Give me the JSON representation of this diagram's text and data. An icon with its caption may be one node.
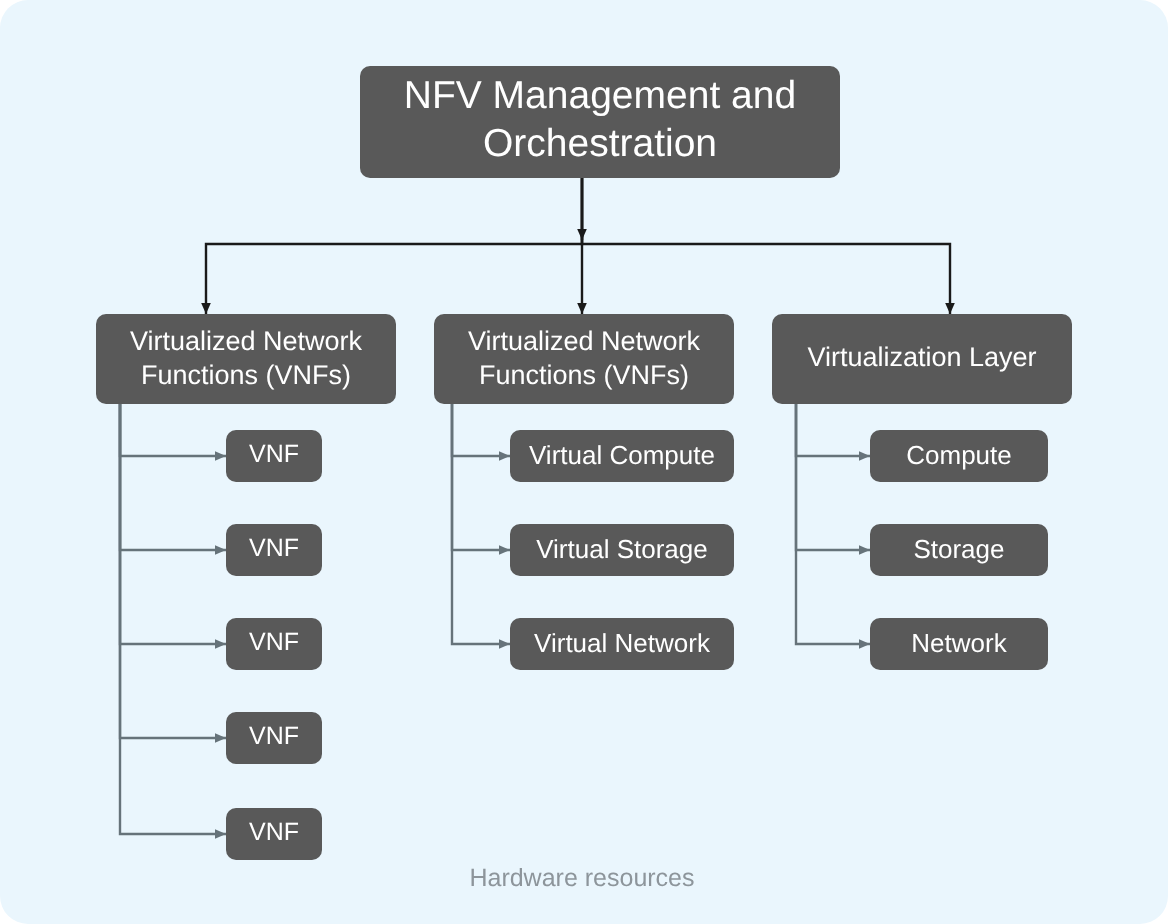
{
  "diagram": {
    "nodes": [
      {
        "text": [
          "NFV Management and Orchestration"
        ]
      },
      {
        "text": [
          "Virtualized Network Functions (VNFs)"
        ]
      },
      {
        "text": [
          "Virtualized Network Functions (VNFs)"
        ]
      },
      {
        "text": [
          "Virtualization Layer"
        ]
      },
      {
        "text": [
          "VNF"
        ]
      },
      {
        "text": [
          "VNF"
        ]
      },
      {
        "text": [
          "VNF"
        ]
      },
      {
        "text": [
          "VNF"
        ]
      },
      {
        "text": [
          "VNF"
        ]
      },
      {
        "text": [
          "Virtual Compute"
        ]
      },
      {
        "text": [
          "Virtual Storage"
        ]
      },
      {
        "text": [
          "Virtual Network"
        ]
      },
      {
        "text": [
          "Compute"
        ]
      },
      {
        "text": [
          "Storage"
        ]
      },
      {
        "text": [
          "Network"
        ]
      }
    ],
    "edges": [
      {
        "from": 0,
        "to": 1,
        "arrow": "to",
        "color": "#1a1a1a"
      },
      {
        "from": 0,
        "to": 2,
        "arrow": "to",
        "color": "#1a1a1a"
      },
      {
        "from": 0,
        "to": 3,
        "arrow": "to",
        "color": "#1a1a1a"
      },
      {
        "from": 1,
        "to": 4,
        "arrow": "to"
      },
      {
        "from": 1,
        "to": 5,
        "arrow": "to"
      },
      {
        "from": 1,
        "to": 6,
        "arrow": "to"
      },
      {
        "from": 1,
        "to": 7,
        "arrow": "to"
      },
      {
        "from": 1,
        "to": 8,
        "arrow": "to"
      },
      {
        "from": 2,
        "to": 9,
        "arrow": "to"
      },
      {
        "from": 2,
        "to": 10,
        "arrow": "to"
      },
      {
        "from": 2,
        "to": 11,
        "arrow": "to"
      },
      {
        "from": 3,
        "to": 12,
        "arrow": "to"
      },
      {
        "from": 3,
        "to": 13,
        "arrow": "to"
      },
      {
        "from": 3,
        "to": 14,
        "arrow": "to"
      }
    ],
    "labels": [
      "Hardware resources"
    ]
  }
}
